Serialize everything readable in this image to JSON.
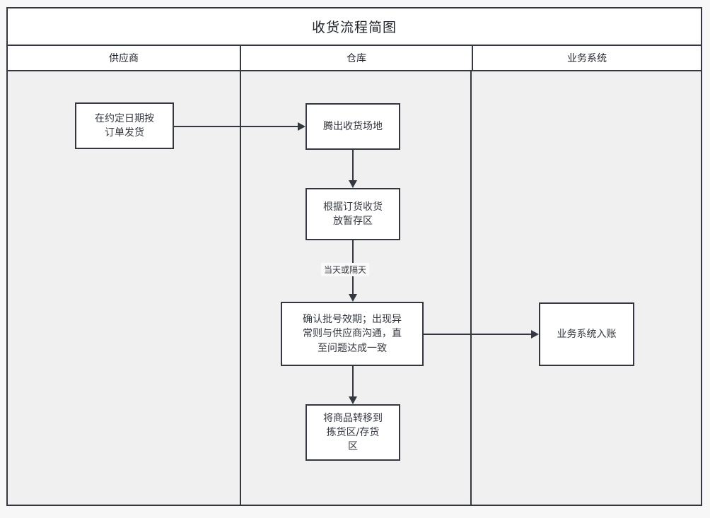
{
  "diagram": {
    "title": "收货流程简图",
    "lanes": [
      {
        "id": "supplier",
        "label": "供应商"
      },
      {
        "id": "warehouse",
        "label": "仓库"
      },
      {
        "id": "business-system",
        "label": "业务系统"
      }
    ],
    "nodes": [
      {
        "id": "ship-by-order",
        "lane": "supplier",
        "text": "在约定日期按\n订单发货"
      },
      {
        "id": "clear-receiving-area",
        "lane": "warehouse",
        "text": "腾出收货场地"
      },
      {
        "id": "receive-to-buffer",
        "lane": "warehouse",
        "text": "根据订货收货\n放暂存区"
      },
      {
        "id": "verify-batch",
        "lane": "warehouse",
        "text": "确认批号效期；出现异\n常则与供应商沟通，直\n至问题达成一致"
      },
      {
        "id": "move-to-zone",
        "lane": "warehouse",
        "text": "将商品转移到\n拣货区/存货\n区"
      },
      {
        "id": "post-to-system",
        "lane": "business-system",
        "text": "业务系统入账"
      }
    ],
    "edges": [
      {
        "id": "e1",
        "from": "ship-by-order",
        "to": "clear-receiving-area",
        "label": ""
      },
      {
        "id": "e2",
        "from": "clear-receiving-area",
        "to": "receive-to-buffer",
        "label": ""
      },
      {
        "id": "e3",
        "from": "receive-to-buffer",
        "to": "verify-batch",
        "label": "当天或隔天"
      },
      {
        "id": "e4",
        "from": "verify-batch",
        "to": "post-to-system",
        "label": ""
      },
      {
        "id": "e5",
        "from": "verify-batch",
        "to": "move-to-zone",
        "label": ""
      }
    ],
    "colors": {
      "stroke": "#33373f",
      "node_fill": "#ffffff",
      "lane_fill": "#f0f0f0",
      "header_fill": "#ffffff",
      "page_bg": "#f7f7f7"
    }
  }
}
